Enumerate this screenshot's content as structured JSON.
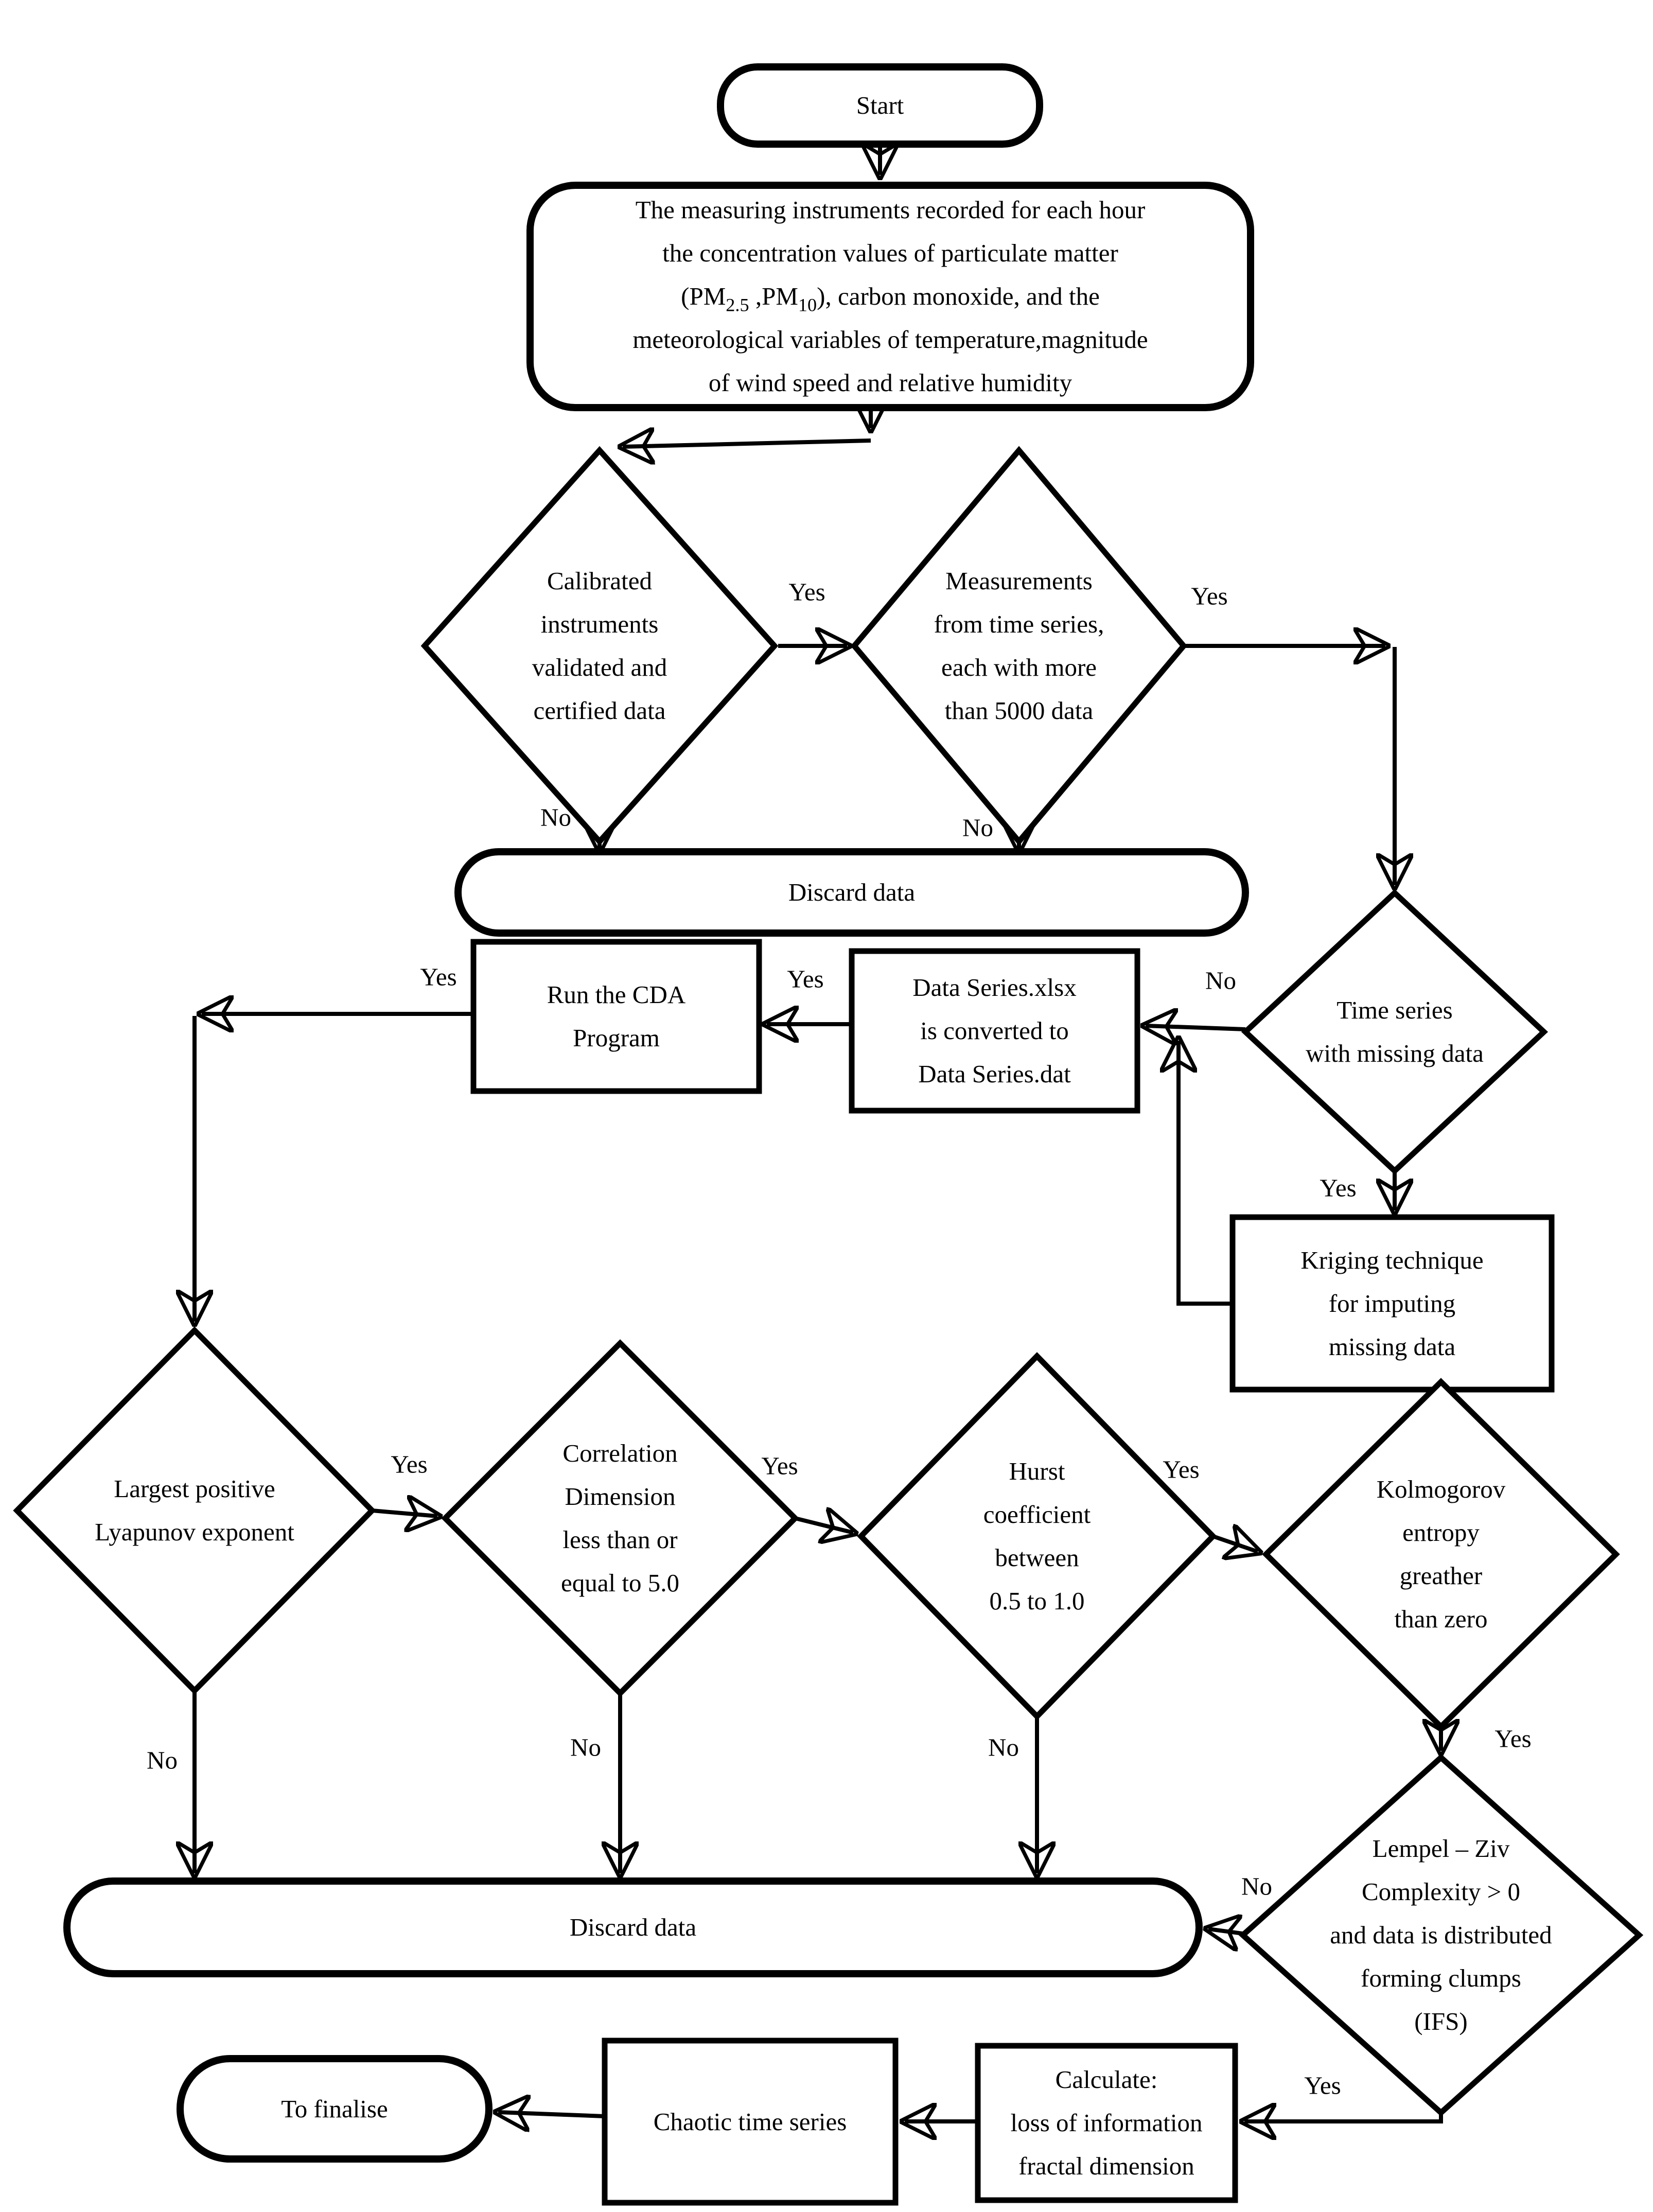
{
  "figure": {
    "type": "flowchart",
    "background_color": "#ffffff",
    "line_color": "#000000"
  },
  "nodes": {
    "start": {
      "label": "Start"
    },
    "instruments": {
      "lines": [
        "The measuring instruments recorded for each hour",
        "the concentration values of particulate matter"
      ],
      "pm": [
        "(PM",
        "2.5",
        " ,PM",
        "10",
        "), carbon monoxide, and the"
      ],
      "tail": [
        "meteorological variables of temperature,magnitude",
        "of wind speed and relative humidity"
      ]
    },
    "calibrated": {
      "lines": [
        "Calibrated",
        "instruments",
        "validated and",
        "certified data"
      ]
    },
    "measurements": {
      "lines": [
        "Measurements",
        "from time series,",
        "each with more",
        "than 5000 data"
      ]
    },
    "discard1": {
      "label": "Discard data"
    },
    "cda": {
      "lines": [
        "Run the CDA",
        "Program"
      ]
    },
    "dataseries": {
      "lines": [
        "Data Series.xlsx",
        "is converted to",
        "Data Series.dat"
      ]
    },
    "missing": {
      "lines": [
        "Time series",
        "with missing data"
      ]
    },
    "kriging": {
      "lines": [
        "Kriging technique",
        "for imputing",
        "missing data"
      ]
    },
    "lyapunov": {
      "lines": [
        "Largest positive",
        "Lyapunov exponent"
      ]
    },
    "correlation": {
      "lines": [
        "Correlation",
        "Dimension",
        "less than or",
        "equal to 5.0"
      ]
    },
    "hurst": {
      "lines": [
        "Hurst",
        "coefficient",
        "between",
        "0.5 to 1.0"
      ]
    },
    "kolmogorov": {
      "lines": [
        "Kolmogorov",
        "entropy",
        "greather",
        "than zero"
      ]
    },
    "lempel": {
      "lines": [
        "Lempel – Ziv",
        "Complexity > 0",
        "and data is distributed",
        "forming clumps",
        "(IFS)"
      ]
    },
    "discard2": {
      "label": "Discard data"
    },
    "calculate": {
      "lines": [
        "Calculate:",
        "loss of information",
        "fractal dimension"
      ]
    },
    "chaotic": {
      "label": "Chaotic time series"
    },
    "finalise": {
      "label": "To finalise"
    }
  },
  "labels": {
    "calibrated_yes": "Yes",
    "calibrated_no": "No",
    "measurements_yes": "Yes",
    "measurements_no": "No",
    "missing_no": "No",
    "missing_yes": "Yes",
    "conversion_yes": "Yes",
    "cda_yes": "Yes",
    "lyapunov_yes": "Yes",
    "lyapunov_no": "No",
    "correlation_yes": "Yes",
    "correlation_no": "No",
    "hurst_yes": "Yes",
    "hurst_no": "No",
    "kolmogorov_yes": "Yes",
    "lempel_no": "No",
    "lempel_yes": "Yes"
  }
}
